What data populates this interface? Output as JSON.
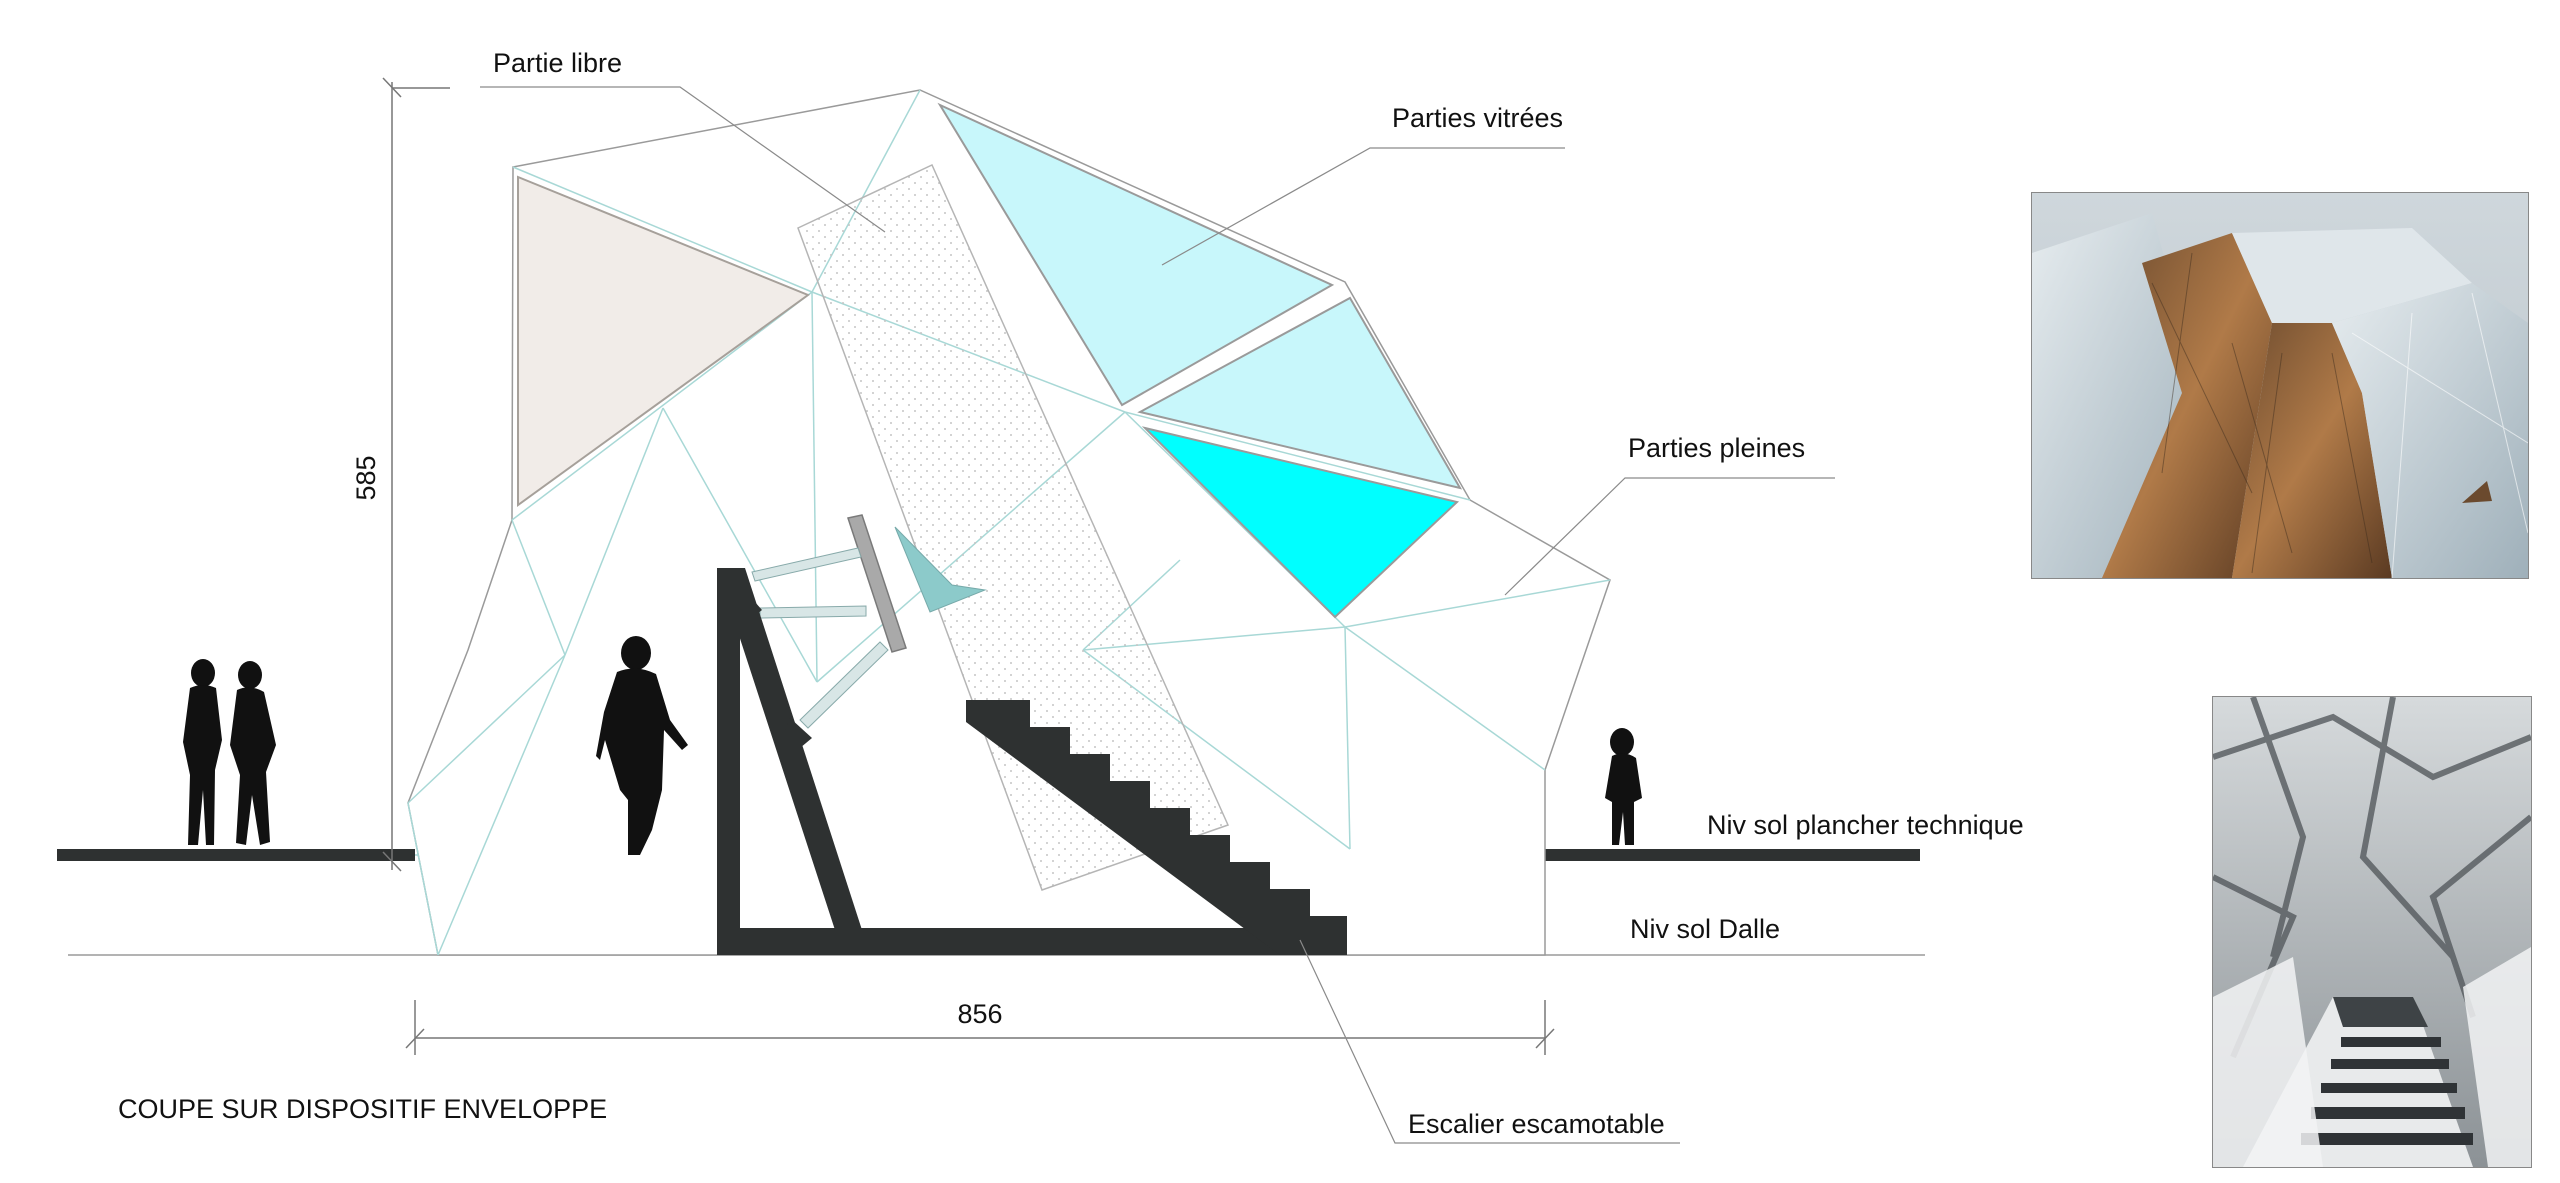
{
  "drawing_title": "COUPE SUR DISPOSITIF ENVELOPPE",
  "labels": {
    "partie_libre": "Partie libre",
    "parties_vitrees": "Parties vitrées",
    "parties_pleines": "Parties pleines",
    "niv_sol_plancher": "Niv sol plancher technique",
    "niv_sol_dalle": "Niv sol Dalle",
    "escalier": "Escalier escamotable"
  },
  "dimensions": {
    "height": "585",
    "width": "856"
  },
  "colors": {
    "glazing_light": "#c8f7fb",
    "glazing_bright": "#00ffff",
    "solid_panel": "#f1ece8",
    "structure": "#2e3131",
    "facet_line": "#a8d8d6",
    "outline": "#9a9a9a"
  },
  "photos": {
    "exterior_icon": "exterior-render-photo",
    "interior_icon": "interior-stair-render-photo"
  }
}
